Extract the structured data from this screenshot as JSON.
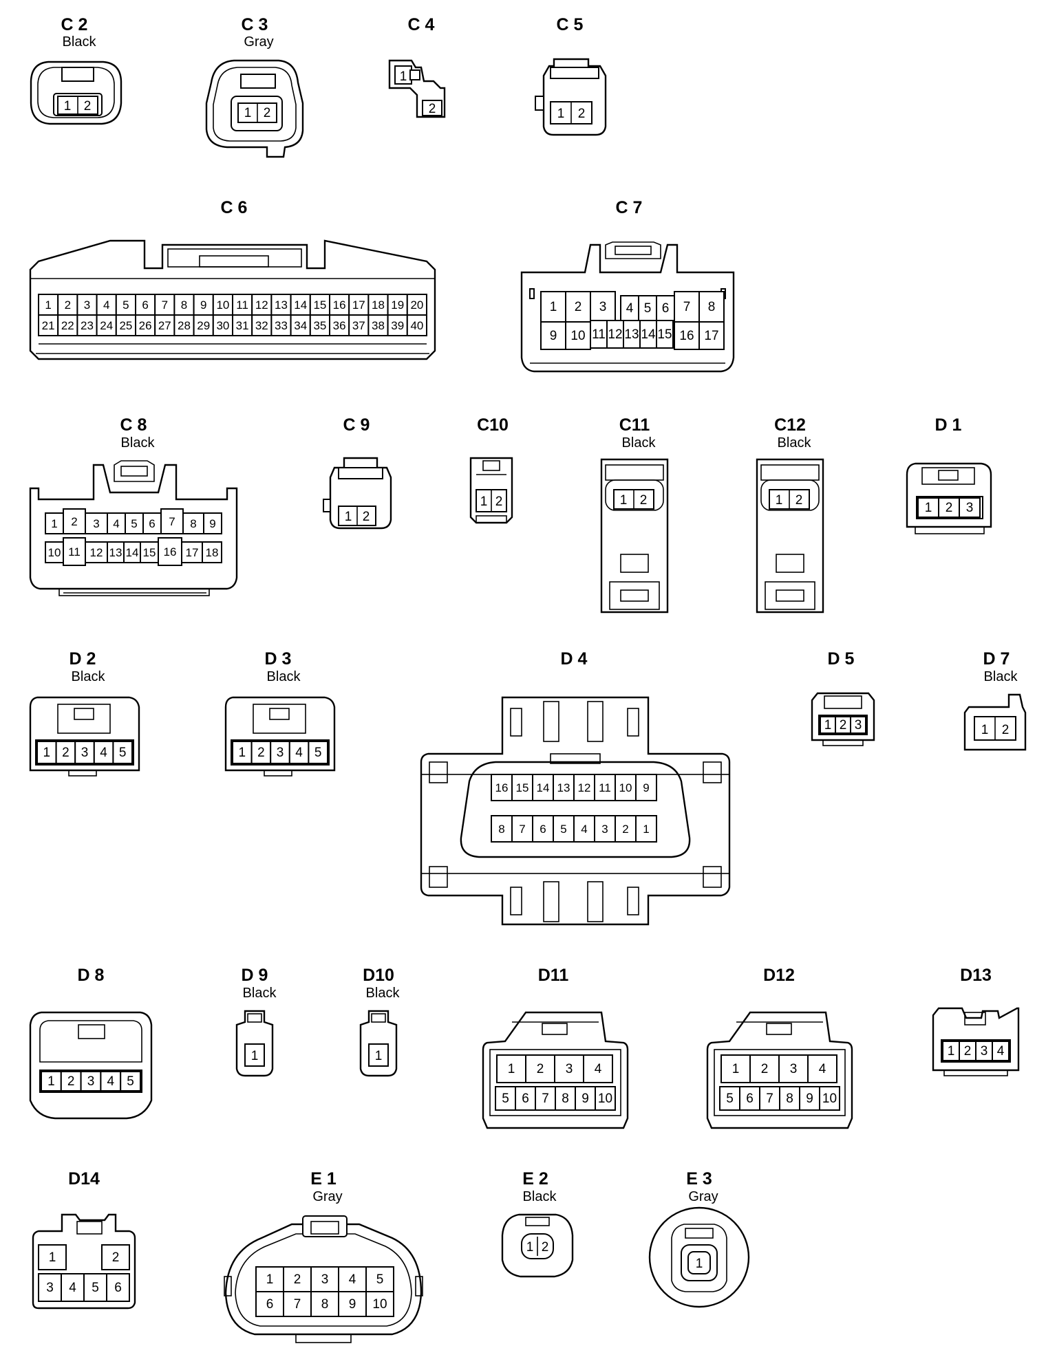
{
  "connectors": [
    {
      "id": "C 2",
      "color": "Black",
      "pins": [
        "1",
        "2"
      ]
    },
    {
      "id": "C 3",
      "color": "Gray",
      "pins": [
        "1",
        "2"
      ]
    },
    {
      "id": "C 4",
      "color": "",
      "pins": [
        "1",
        "2"
      ]
    },
    {
      "id": "C 5",
      "color": "",
      "pins": [
        "1",
        "2"
      ]
    },
    {
      "id": "C 6",
      "color": "",
      "pins": [
        "1",
        "2",
        "3",
        "4",
        "5",
        "6",
        "7",
        "8",
        "9",
        "10",
        "11",
        "12",
        "13",
        "14",
        "15",
        "16",
        "17",
        "18",
        "19",
        "20",
        "21",
        "22",
        "23",
        "24",
        "25",
        "26",
        "27",
        "28",
        "29",
        "30",
        "31",
        "32",
        "33",
        "34",
        "35",
        "36",
        "37",
        "38",
        "39",
        "40"
      ]
    },
    {
      "id": "C 7",
      "color": "",
      "pins": [
        "1",
        "2",
        "3",
        "4",
        "5",
        "6",
        "7",
        "8",
        "9",
        "10",
        "11",
        "12",
        "13",
        "14",
        "15",
        "16",
        "17"
      ]
    },
    {
      "id": "C 8",
      "color": "Black",
      "pins": [
        "1",
        "2",
        "3",
        "4",
        "5",
        "6",
        "7",
        "8",
        "9",
        "10",
        "11",
        "12",
        "13",
        "14",
        "15",
        "16",
        "17",
        "18"
      ]
    },
    {
      "id": "C 9",
      "color": "",
      "pins": [
        "1",
        "2"
      ]
    },
    {
      "id": "C10",
      "color": "",
      "pins": [
        "1",
        "2"
      ]
    },
    {
      "id": "C11",
      "color": "Black",
      "pins": [
        "1",
        "2"
      ]
    },
    {
      "id": "C12",
      "color": "Black",
      "pins": [
        "1",
        "2"
      ]
    },
    {
      "id": "D 1",
      "color": "",
      "pins": [
        "1",
        "2",
        "3"
      ]
    },
    {
      "id": "D 2",
      "color": "Black",
      "pins": [
        "1",
        "2",
        "3",
        "4",
        "5"
      ]
    },
    {
      "id": "D 3",
      "color": "Black",
      "pins": [
        "1",
        "2",
        "3",
        "4",
        "5"
      ]
    },
    {
      "id": "D 4",
      "color": "",
      "pins": [
        "16",
        "15",
        "14",
        "13",
        "12",
        "11",
        "10",
        "9",
        "8",
        "7",
        "6",
        "5",
        "4",
        "3",
        "2",
        "1"
      ]
    },
    {
      "id": "D 5",
      "color": "",
      "pins": [
        "1",
        "2",
        "3"
      ]
    },
    {
      "id": "D 7",
      "color": "Black",
      "pins": [
        "1",
        "2"
      ]
    },
    {
      "id": "D 8",
      "color": "",
      "pins": [
        "1",
        "2",
        "3",
        "4",
        "5"
      ]
    },
    {
      "id": "D 9",
      "color": "Black",
      "pins": [
        "1"
      ]
    },
    {
      "id": "D10",
      "color": "Black",
      "pins": [
        "1"
      ]
    },
    {
      "id": "D11",
      "color": "",
      "pins": [
        "1",
        "2",
        "3",
        "4",
        "5",
        "6",
        "7",
        "8",
        "9",
        "10"
      ]
    },
    {
      "id": "D12",
      "color": "",
      "pins": [
        "1",
        "2",
        "3",
        "4",
        "5",
        "6",
        "7",
        "8",
        "9",
        "10"
      ]
    },
    {
      "id": "D13",
      "color": "",
      "pins": [
        "1",
        "2",
        "3",
        "4"
      ]
    },
    {
      "id": "D14",
      "color": "",
      "pins": [
        "1",
        "2",
        "3",
        "4",
        "5",
        "6"
      ]
    },
    {
      "id": "E 1",
      "color": "Gray",
      "pins": [
        "1",
        "2",
        "3",
        "4",
        "5",
        "6",
        "7",
        "8",
        "9",
        "10"
      ]
    },
    {
      "id": "E 2",
      "color": "Black",
      "pins": [
        "1",
        "2"
      ]
    },
    {
      "id": "E 3",
      "color": "Gray",
      "pins": [
        "1"
      ]
    }
  ]
}
